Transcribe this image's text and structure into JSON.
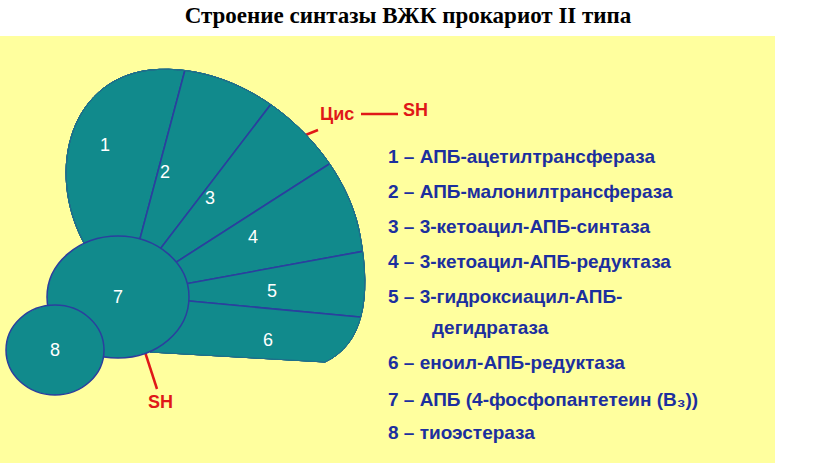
{
  "diagram": {
    "title": "Строение синтазы ВЖК прокариот II типа",
    "nodes": [
      {
        "text": [
          "1"
        ]
      },
      {
        "text": [
          "2"
        ]
      },
      {
        "text": [
          "3"
        ]
      },
      {
        "text": [
          "4"
        ]
      },
      {
        "text": [
          "5"
        ]
      },
      {
        "text": [
          "6"
        ]
      },
      {
        "text": [
          "7"
        ]
      },
      {
        "text": [
          "8"
        ]
      }
    ],
    "labels": [
      "Цис",
      "SH",
      "1 – АПБ-ацетилтрансфераза",
      "2 – АПБ-малонилтрансфераза",
      "3 – 3-кетоацил-АПБ-синтаза",
      "4 – 3-кетоацил-АПБ-редуктаза",
      "5 – 3-гидроксиацил-АПБ- дегидратаза",
      "6 – еноил-АПБ-редуктаза",
      "7 – АПБ (4-фосфопантетеин (В₃))",
      "8 – тиоэстераза",
      "SH"
    ]
  }
}
